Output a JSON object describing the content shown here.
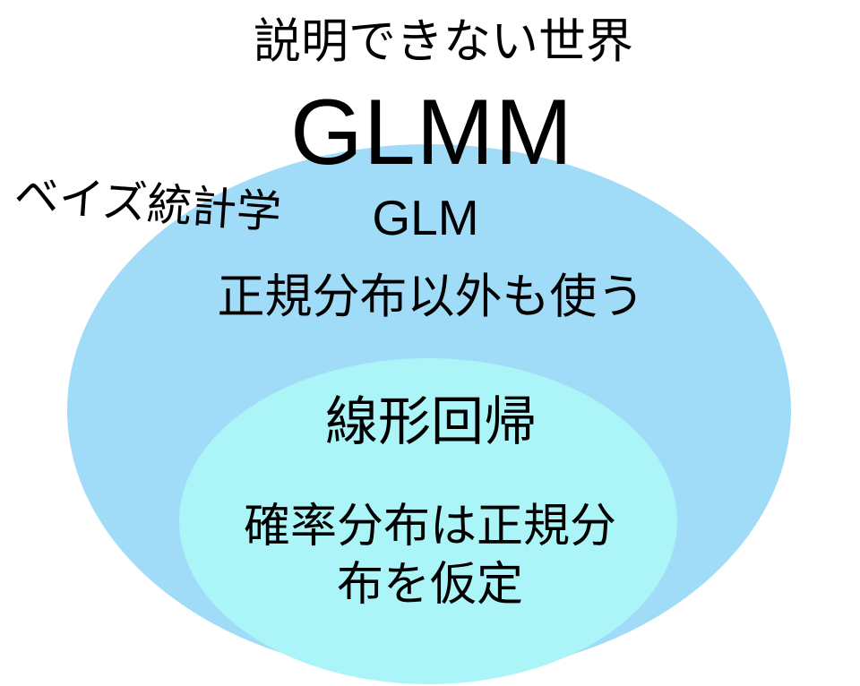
{
  "colors": {
    "background": "#FFFFFF",
    "outer_ellipse_fill": "#A0DCF7",
    "inner_ellipse_fill": "#ABF5F8",
    "text": "#000000"
  },
  "diagram": {
    "outside_world_label": "説明できない世界",
    "glmm_label": "GLMM",
    "bayes_statistics_label": "ベイズ統計学",
    "outer_ellipse": {
      "glm_label": "GLM",
      "description": "正規分布以外も使う"
    },
    "inner_ellipse": {
      "linear_regression_label": "線形回帰",
      "description_lines": [
        "確率分布は正規分",
        "布を仮定"
      ]
    }
  }
}
